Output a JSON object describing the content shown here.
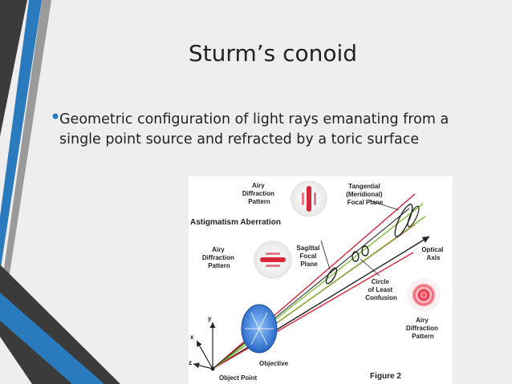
{
  "slide": {
    "title": "Sturm’s conoid",
    "bullet_text": "Geometric configuration of light rays emanating from a single point source and refracted by a toric surface"
  },
  "figure": {
    "heading": "Astigmatism Aberration",
    "airy_top": [
      "Airy",
      "Diffraction",
      "Pattern"
    ],
    "airy_left": [
      "Airy",
      "Diffraction",
      "Pattern"
    ],
    "airy_right": [
      "Airy",
      "Diffraction",
      "Pattern"
    ],
    "tangential": [
      "Tangential",
      "(Meridional)",
      "Focal Plane"
    ],
    "sagittal": [
      "Sagittal",
      "Focal",
      "Plane"
    ],
    "optical_axis": [
      "Optical",
      "Axis"
    ],
    "circle_least": [
      "Circle",
      "of Least",
      "Confusion"
    ],
    "objective": "Objective",
    "object_point": "Object Point",
    "figure_no": "Figure 2",
    "axis_x": "x",
    "axis_y": "y",
    "axis_z": "z"
  },
  "colors": {
    "accent_blue": "#2a7bbd",
    "dark_stripe": "#3b3b3b",
    "ray_red": "#d8263a",
    "ray_green": "#7fbf3a",
    "lens_blue": "#3b7fd8"
  }
}
